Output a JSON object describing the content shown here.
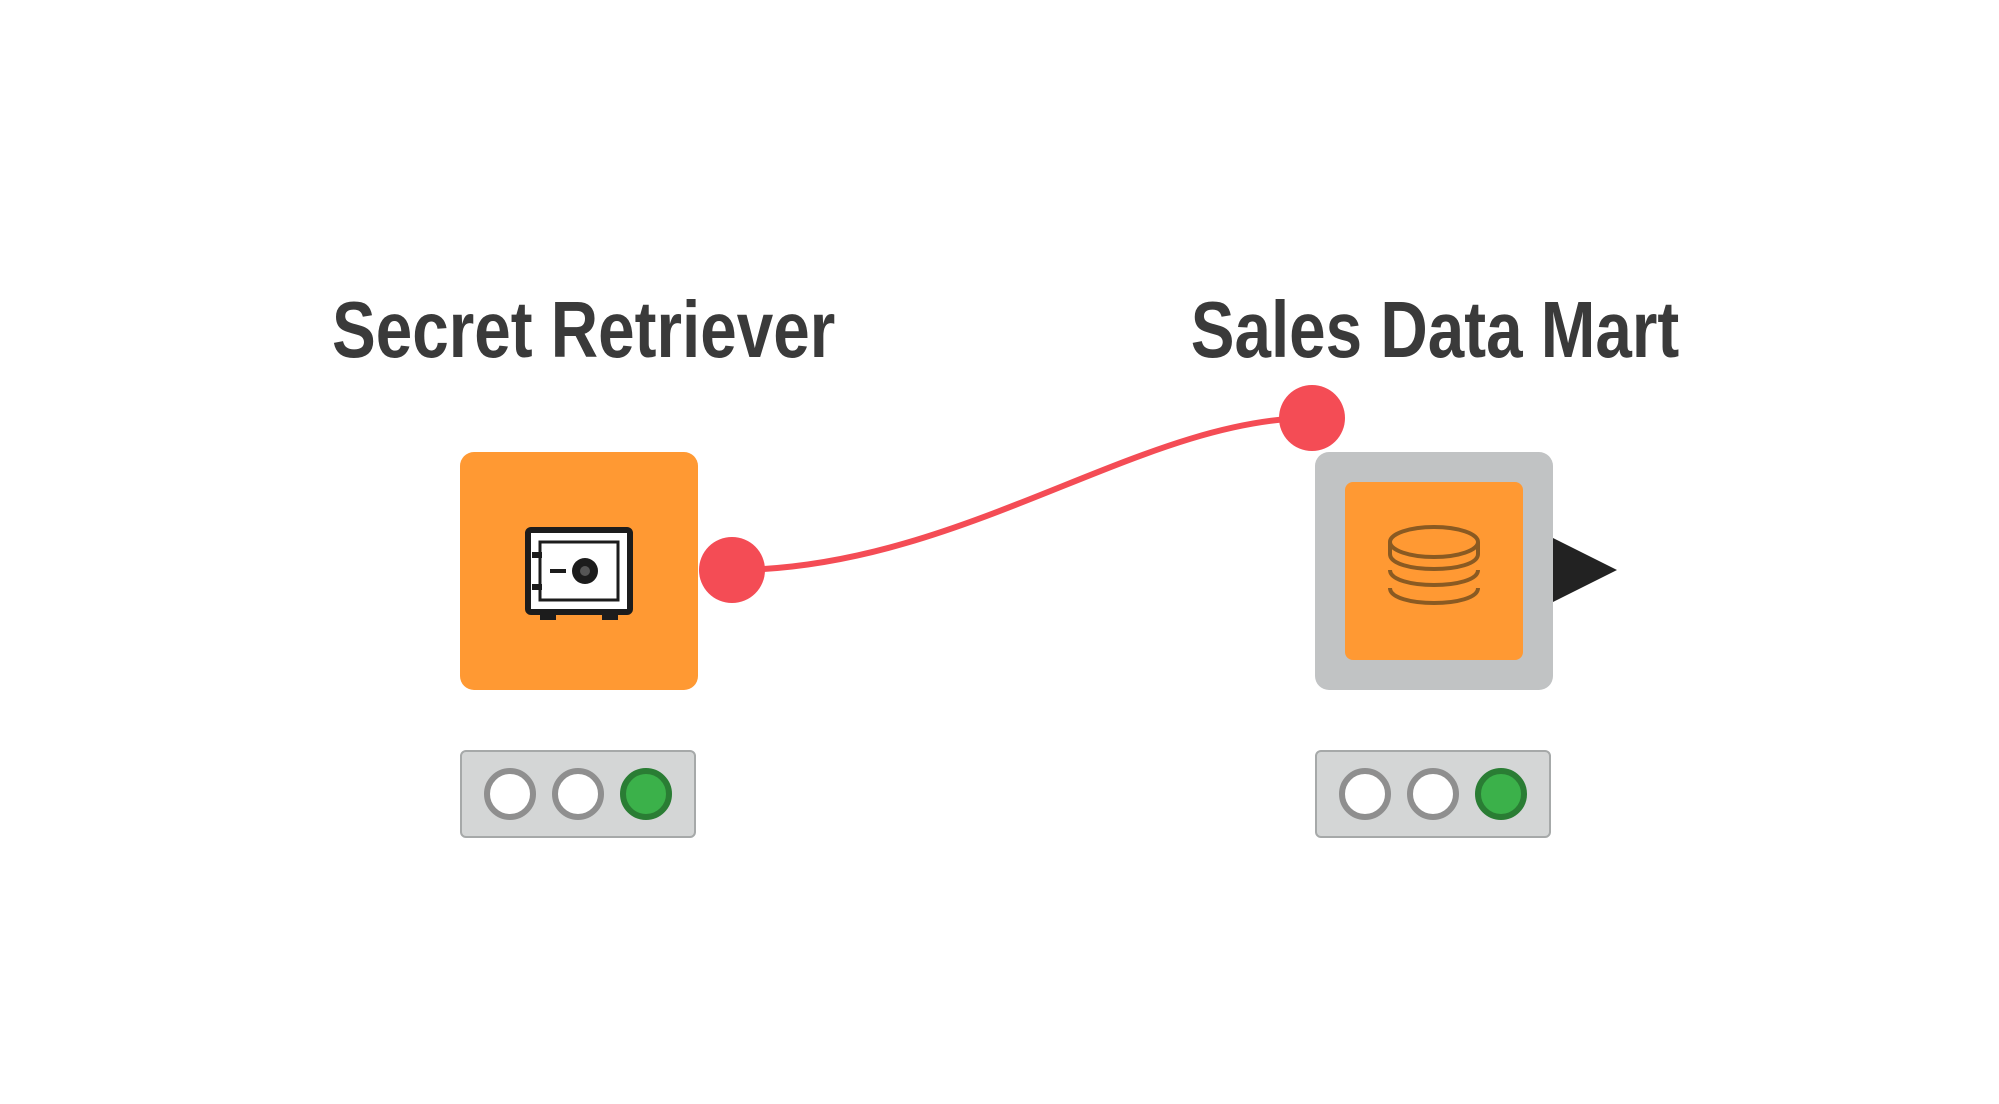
{
  "workflow": {
    "colors": {
      "connection": "#f44c55",
      "node_orange": "#ff9933",
      "title_text": "#3a3a3a",
      "status_green": "#3bb14a",
      "frame_gray": "#c1c3c4"
    },
    "nodes": [
      {
        "title": "Secret Retriever",
        "icon": "safe-icon",
        "status": [
          "off",
          "off",
          "on"
        ]
      },
      {
        "title": "Sales Data Mart",
        "icon": "database-icon",
        "status": [
          "off",
          "off",
          "on"
        ]
      }
    ]
  }
}
